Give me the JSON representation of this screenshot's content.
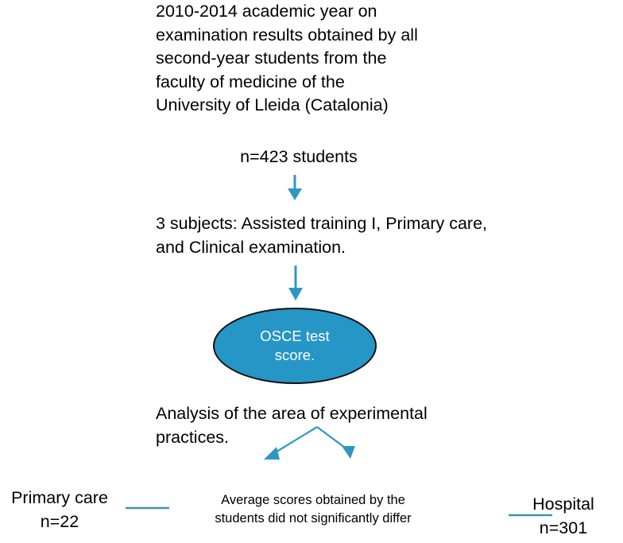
{
  "diagram": {
    "title": "Study flowchart: OSCE examination results",
    "background_color": "#ffffff",
    "accent_color": "#2596c6",
    "node_border_color": "#111111",
    "node_text_color": "#ffffff",
    "text_color": "#000000"
  },
  "intro": {
    "text": "2010-2014 academic year on\nexamination results obtained by all\nsecond-year students from the\nfaculty of medicine of the\nUniversity of Lleida (Catalonia)"
  },
  "sample": {
    "text": "n=423 students",
    "count": 423
  },
  "subjects": {
    "text": "3 subjects: Assisted training I, Primary care,\nand Clinical examination.",
    "count": 3,
    "items": [
      "Assisted training I",
      "Primary care",
      "Clinical examination"
    ]
  },
  "osce_node": {
    "label": "OSCE test\nscore.",
    "fill_color": "#2596c6",
    "border_color": "#111111",
    "text_color": "#ffffff"
  },
  "analysis": {
    "text": "Analysis of the area of experimental\npractices."
  },
  "outcomes": {
    "left": {
      "name": "Primary care",
      "count_label": "n=22",
      "count": 22,
      "text": "Primary care\nn=22"
    },
    "right": {
      "name": "Hospital",
      "count_label": "n=301",
      "count": 301,
      "text": "Hospital\nn=301"
    },
    "note": "Average scores obtained by the\nstudents did not significantly differ"
  },
  "icons": {
    "arrow_down_1": "arrow-down-icon",
    "arrow_down_2": "arrow-down-icon",
    "branch_left": "arrow-down-left-icon",
    "branch_right": "arrow-down-right-icon",
    "connector_left": "horizontal-line-icon",
    "connector_right": "horizontal-line-icon"
  }
}
